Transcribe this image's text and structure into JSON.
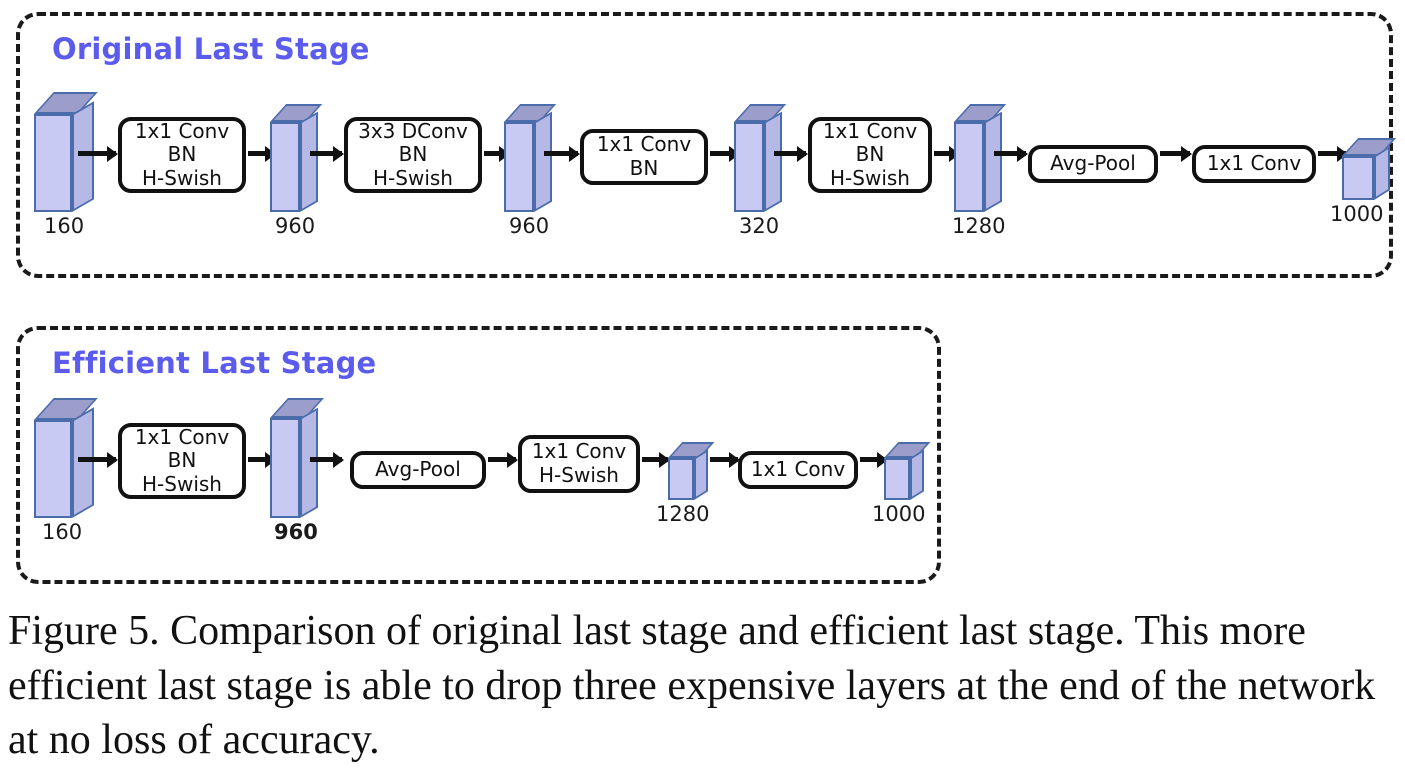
{
  "figure": {
    "caption": "Figure 5. Comparison of original last stage and efficient last stage. This more efficient last stage is able to drop three expensive layers at the end of the network at no loss of accuracy."
  },
  "colors": {
    "title_purple": "#5b5bed",
    "block_front": "#c9caf4",
    "block_top": "#9b9dcb",
    "block_side": "#b6b8e6",
    "block_outline": "#4b6cab",
    "stroke_black": "#111111"
  },
  "stages": [
    {
      "id": "original",
      "title": "Original Last Stage",
      "blocks": [
        {
          "label": "160",
          "bold": false
        },
        {
          "label": "960",
          "bold": false
        },
        {
          "label": "960",
          "bold": false
        },
        {
          "label": "320",
          "bold": false
        },
        {
          "label": "1280",
          "bold": false
        },
        {
          "label": "1000",
          "bold": false
        }
      ],
      "ops": [
        {
          "lines": [
            "1x1 Conv",
            "BN",
            "H-Swish"
          ]
        },
        {
          "lines": [
            "3x3 DConv",
            "BN",
            "H-Swish"
          ]
        },
        {
          "lines": [
            "1x1 Conv",
            "BN"
          ]
        },
        {
          "lines": [
            "1x1 Conv",
            "BN",
            "H-Swish"
          ]
        },
        {
          "lines": [
            "Avg-Pool"
          ]
        },
        {
          "lines": [
            "1x1 Conv"
          ]
        }
      ]
    },
    {
      "id": "efficient",
      "title": "Efficient Last Stage",
      "blocks": [
        {
          "label": "160",
          "bold": false
        },
        {
          "label": "960",
          "bold": true
        },
        {
          "label": "1280",
          "bold": false
        },
        {
          "label": "1000",
          "bold": false
        }
      ],
      "ops": [
        {
          "lines": [
            "1x1 Conv",
            "BN",
            "H-Swish"
          ]
        },
        {
          "lines": [
            "Avg-Pool"
          ]
        },
        {
          "lines": [
            "1x1 Conv",
            "H-Swish"
          ]
        },
        {
          "lines": [
            "1x1 Conv"
          ]
        }
      ]
    }
  ]
}
